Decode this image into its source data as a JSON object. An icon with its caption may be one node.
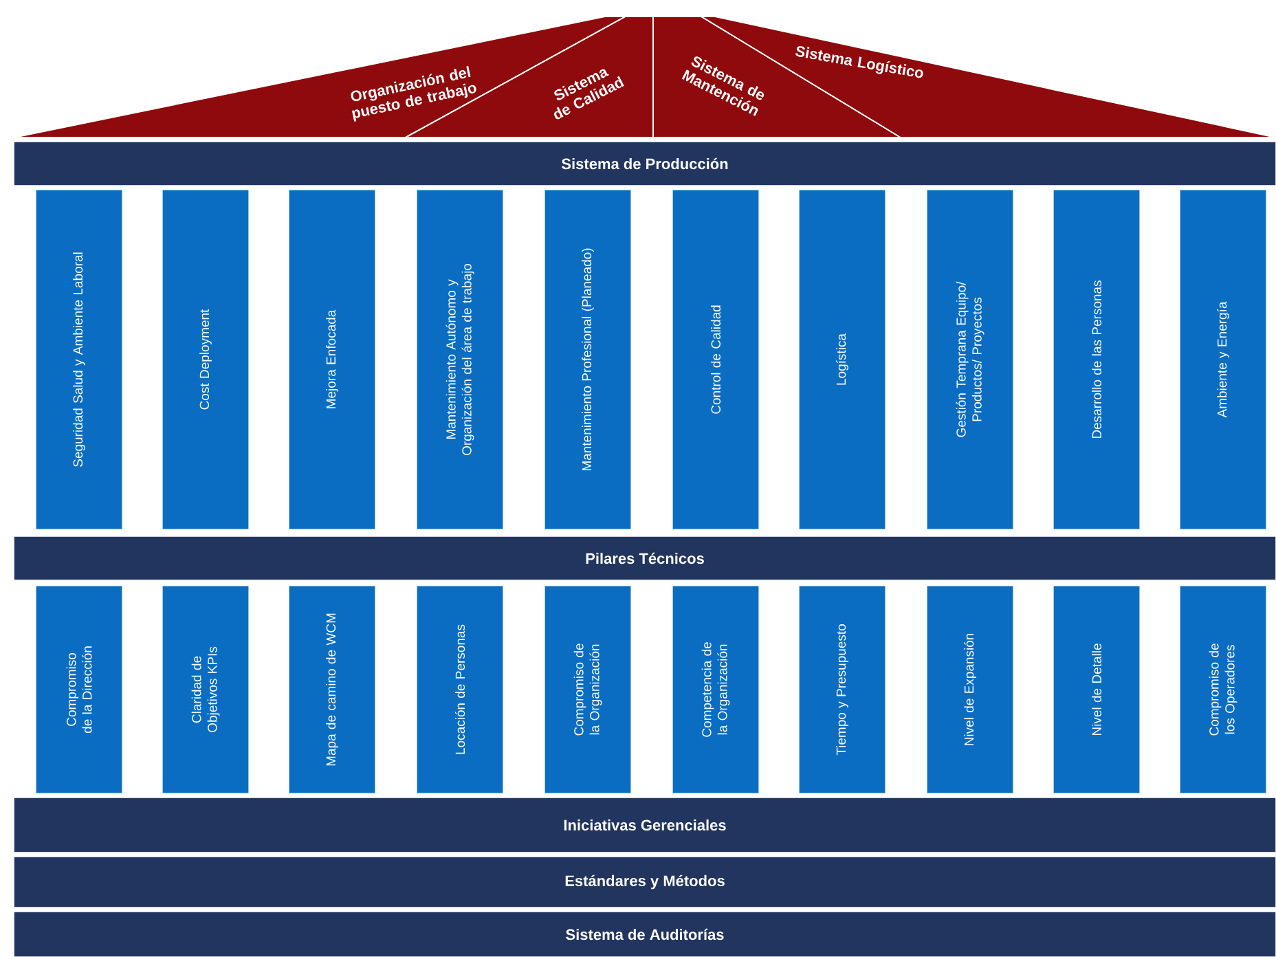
{
  "diagram": {
    "nodes": [
      {
        "text": [
          "Organización del puesto de trabajo"
        ]
      },
      {
        "text": [
          "Sistema de Calidad"
        ]
      },
      {
        "text": [
          "Sistema de Mantención"
        ]
      },
      {
        "text": [
          "Sistema Logístico"
        ]
      },
      {
        "text": [
          "Sistema de Producción"
        ]
      },
      {
        "text": [
          "Seguridad Salud y Ambiente Laboral"
        ]
      },
      {
        "text": [
          "Cost Deployment"
        ]
      },
      {
        "text": [
          "Mejora Enfocada"
        ]
      },
      {
        "text": [
          "Mantenimiento Autónomo y Organización del área de trabajo"
        ]
      },
      {
        "text": [
          "Mantenimiento Profesional (Planeado)"
        ]
      },
      {
        "text": [
          "Control de Calidad"
        ]
      },
      {
        "text": [
          "Logística"
        ]
      },
      {
        "text": [
          "Gestión Temprana Equipo/ Productos/ Proyectos"
        ]
      },
      {
        "text": [
          "Desarrollo de las Personas"
        ]
      },
      {
        "text": [
          "Ambiente y Energía"
        ]
      },
      {
        "text": [
          "Pilares Técnicos"
        ]
      },
      {
        "text": [
          "Compromiso de la Dirección"
        ]
      },
      {
        "text": [
          "Claridad de Objetivos KPIs"
        ]
      },
      {
        "text": [
          "Mapa de camino de WCM"
        ]
      },
      {
        "text": [
          "Locación de Personas"
        ]
      },
      {
        "text": [
          "Compromiso de la Organización"
        ]
      },
      {
        "text": [
          "Competencia de la Organización"
        ]
      },
      {
        "text": [
          "Tiempo y Presupuesto"
        ]
      },
      {
        "text": [
          "Nivel de Expansión"
        ]
      },
      {
        "text": [
          "Nivel de Detalle"
        ]
      },
      {
        "text": [
          "Compromiso de los Operadores"
        ]
      },
      {
        "text": [
          "Iniciativas Gerenciales"
        ]
      },
      {
        "text": [
          "Estándares y Métodos"
        ]
      },
      {
        "text": [
          "Sistema de Auditorías"
        ]
      }
    ]
  }
}
